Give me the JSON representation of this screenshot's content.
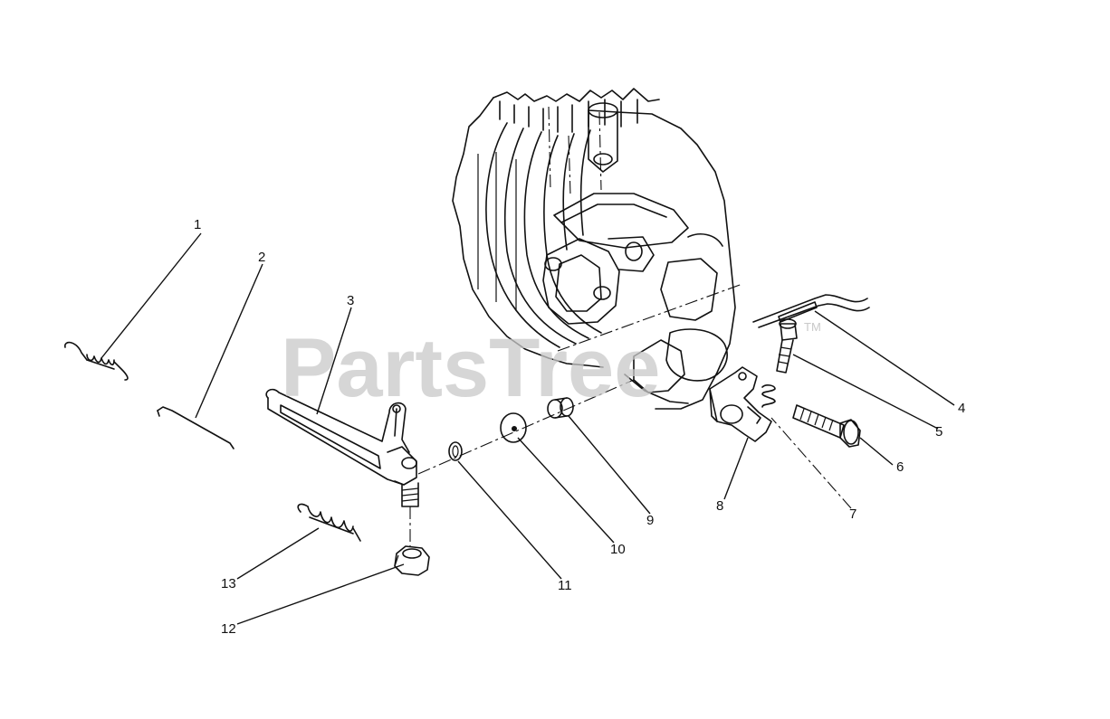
{
  "labels": [
    "1",
    "2",
    "3",
    "4",
    "5",
    "6",
    "7",
    "8",
    "9",
    "10",
    "11",
    "12",
    "13"
  ],
  "watermark": {
    "text": "PartsTree",
    "tm": "TM"
  },
  "colors": {
    "ink": "#111111",
    "paper": "#ffffff",
    "watermark": "#c9c9c9"
  }
}
